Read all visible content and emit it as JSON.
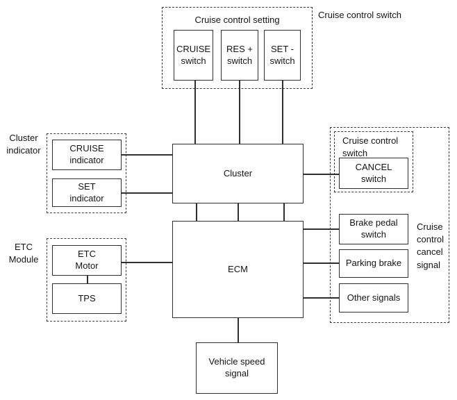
{
  "cruise_setting": {
    "title": "Cruise control setting",
    "caption": "Cruise control switch",
    "switches": [
      "CRUISE\nswitch",
      "RES +\nswitch",
      "SET -\nswitch"
    ]
  },
  "cluster": {
    "label": "Cluster"
  },
  "cluster_indicator": {
    "caption": "Cluster\nindicator",
    "indicators": [
      "CRUISE\nindicator",
      "SET\nindicator"
    ]
  },
  "cancel_group": {
    "switch_group_label": "Cruise control\nswitch",
    "cancel_switch": "CANCEL\nswitch",
    "caption": "Cruise\ncontrol\ncancel\nsignal",
    "signals": [
      "Brake pedal\nswitch",
      "Parking brake",
      "Other signals"
    ]
  },
  "ecm": {
    "label": "ECM"
  },
  "etc_module": {
    "caption": "ETC\nModule",
    "items": [
      "ETC\nMotor",
      "TPS"
    ]
  },
  "vehicle_speed": {
    "label": "Vehicle speed\nsignal"
  }
}
